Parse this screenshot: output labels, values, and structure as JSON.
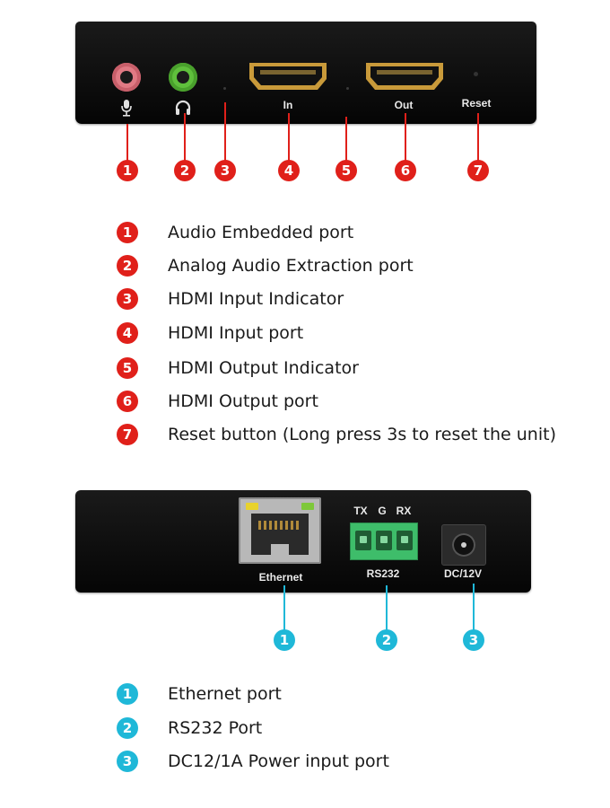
{
  "front_panel": {
    "labels": {
      "in": "In",
      "out": "Out",
      "reset": "Reset"
    },
    "icons": [
      "microphone-icon",
      "headphones-icon"
    ],
    "callouts": [
      "1",
      "2",
      "3",
      "4",
      "5",
      "6",
      "7"
    ],
    "legend": [
      {
        "num": "1",
        "text": "Audio Embedded port"
      },
      {
        "num": "2",
        "text": "Analog Audio Extraction port"
      },
      {
        "num": "3",
        "text": "HDMI Input Indicator"
      },
      {
        "num": "4",
        "text": "HDMI Input port"
      },
      {
        "num": "5",
        "text": "HDMI Output Indicator"
      },
      {
        "num": "6",
        "text": "HDMI Output port"
      },
      {
        "num": "7",
        "text": "Reset button (Long press 3s to reset the unit)"
      }
    ]
  },
  "back_panel": {
    "labels": {
      "ethernet": "Ethernet",
      "tx": "TX",
      "g": "G",
      "rx": "RX",
      "rs232": "RS232",
      "dc": "DC/12V"
    },
    "callouts": [
      "1",
      "2",
      "3"
    ],
    "legend": [
      {
        "num": "1",
        "text": "Ethernet port"
      },
      {
        "num": "2",
        "text": "RS232 Port"
      },
      {
        "num": "3",
        "text": "DC12/1A Power input port"
      }
    ]
  },
  "colors": {
    "front_badge": "#e0201a",
    "back_badge": "#1fb8d8",
    "mic_jack": "#e07a84",
    "headphone_jack": "#5fbf3c",
    "hdmi_gold": "#c99a3a",
    "terminal_green": "#3ebd6a",
    "led_yellow": "#e8d22c",
    "led_green": "#7ec83a"
  }
}
